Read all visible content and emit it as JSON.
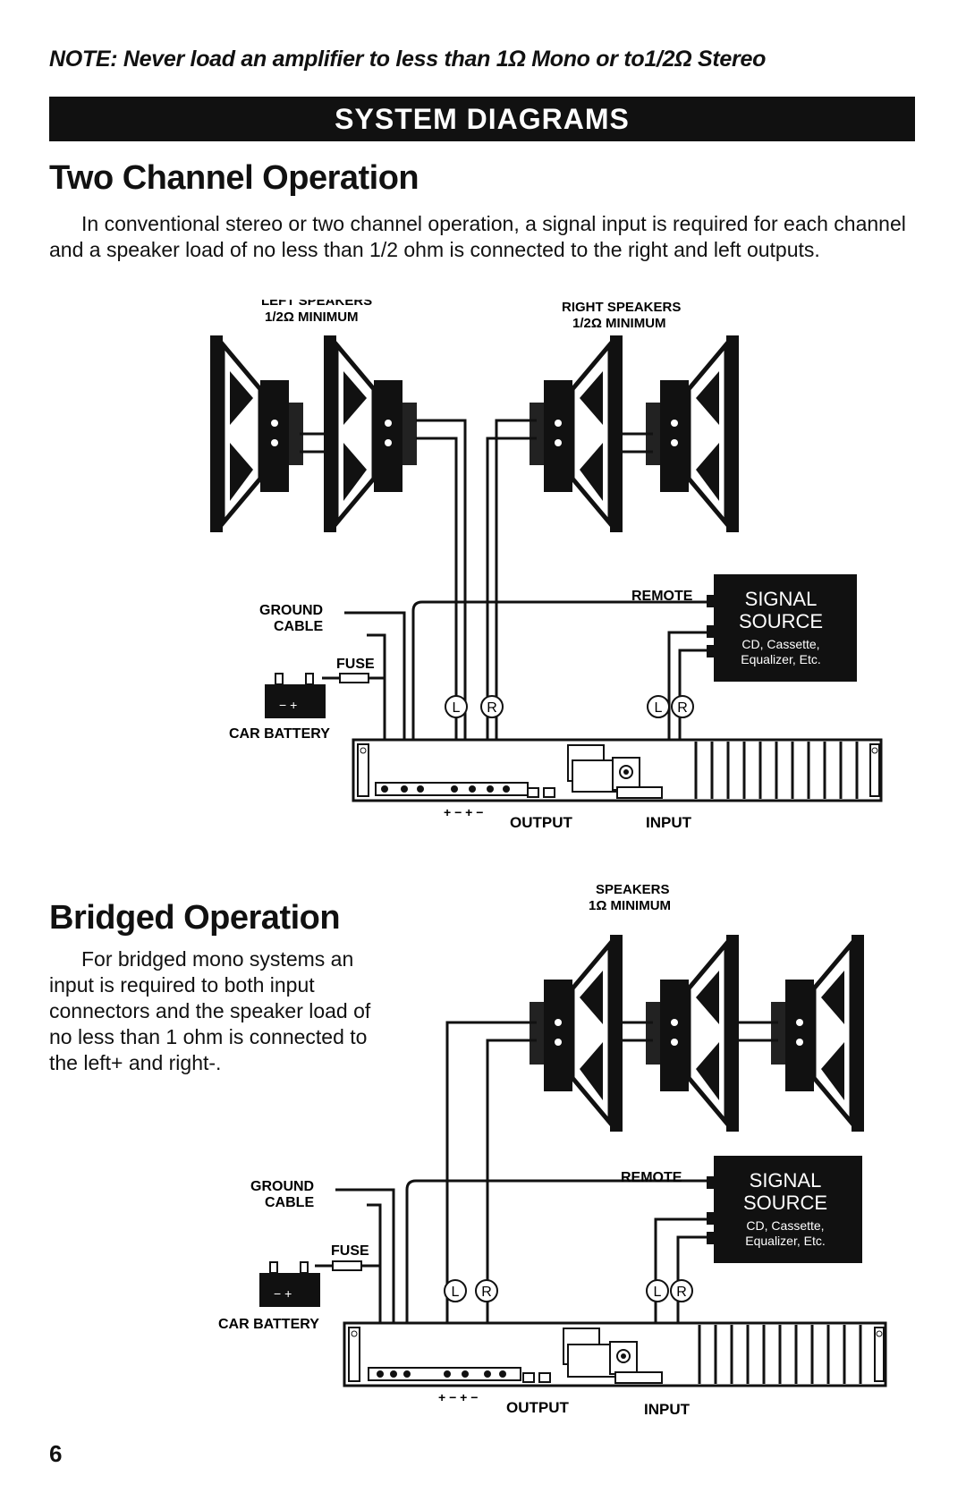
{
  "note": "NOTE: Never load an amplifier to less than 1Ω Mono or to1/2Ω Stereo",
  "banner_title": "SYSTEM DIAGRAMS",
  "page_number": "6",
  "two_channel": {
    "heading": "Two Channel Operation",
    "paragraph": "In conventional stereo or two channel operation, a signal input is required for each channel and a speaker load of no less than 1/2 ohm is connected to the right and left outputs.",
    "left_speakers_line1": "LEFT SPEAKERS",
    "left_speakers_line2": "1/2Ω MINIMUM",
    "right_speakers_line1": "RIGHT SPEAKERS",
    "right_speakers_line2": "1/2Ω MINIMUM"
  },
  "bridged": {
    "heading": "Bridged Operation",
    "paragraph": "For bridged mono systems an input is required to both input connectors and the speaker load of no less than 1 ohm is connected to the left+ and right-.",
    "speakers_line1": "SPEAKERS",
    "speakers_line2": "1Ω MINIMUM"
  },
  "labels": {
    "ground_line1": "GROUND",
    "ground_line2": "CABLE",
    "fuse": "FUSE",
    "car_battery": "CAR BATTERY",
    "remote": "REMOTE",
    "signal_line1": "SIGNAL",
    "signal_line2": "SOURCE",
    "signal_sub1": "CD, Cassette,",
    "signal_sub2": "Equalizer, Etc.",
    "output": "OUTPUT",
    "input": "INPUT",
    "polarity": "+ − + −",
    "l": "L",
    "r": "R",
    "battery_terminals": "− +"
  }
}
